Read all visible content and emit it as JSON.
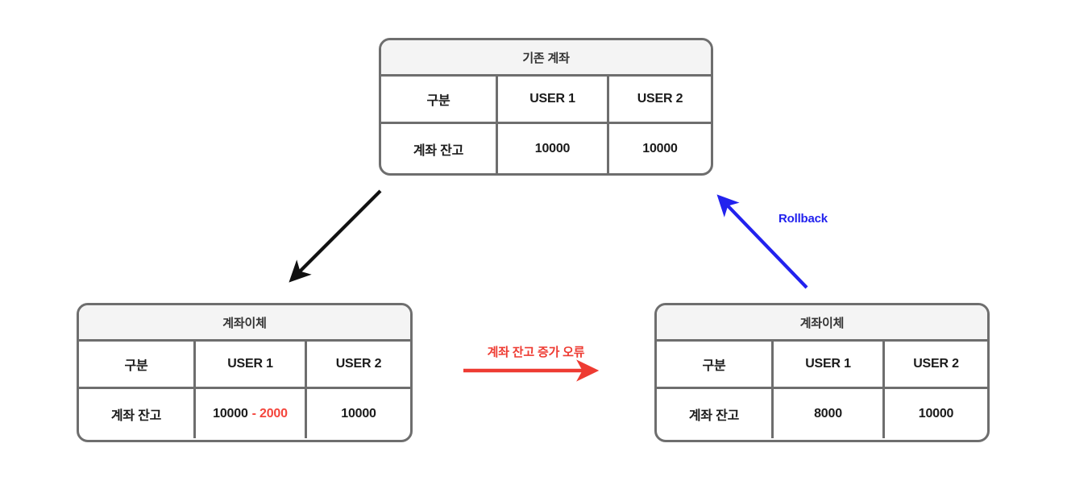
{
  "diagram": {
    "title": "Account transfer rollback flow",
    "background_color": "#ffffff",
    "border_color": "#6e6e6e",
    "title_bar_color": "#f4f4f4"
  },
  "tables": {
    "original": {
      "title": "기존 계좌",
      "headers": [
        "구분",
        "USER 1",
        "USER 2"
      ],
      "rows": [
        {
          "label": "계좌 잔고",
          "user1": "10000",
          "user1_delta": "",
          "user2": "10000"
        }
      ]
    },
    "transfer_before": {
      "title": "계좌이체",
      "headers": [
        "구분",
        "USER 1",
        "USER 2"
      ],
      "rows": [
        {
          "label": "계좌 잔고",
          "user1": "10000",
          "user1_delta": "- 2000",
          "user2": "10000"
        }
      ]
    },
    "transfer_after": {
      "title": "계좌이체",
      "headers": [
        "구분",
        "USER 1",
        "USER 2"
      ],
      "rows": [
        {
          "label": "계좌 잔고",
          "user1": "8000",
          "user1_delta": "",
          "user2": "10000"
        }
      ]
    }
  },
  "edges": {
    "start": {
      "label": "",
      "color": "#111111"
    },
    "error": {
      "label": "계좌 잔고 증가 오류",
      "color": "#ee3b32"
    },
    "rollback": {
      "label": "Rollback",
      "color": "#2222ee"
    }
  },
  "colors": {
    "negative_amount": "#f4453c",
    "error_red": "#ee3b32",
    "rollback_blue": "#2222ee",
    "text": "#1b1b1b",
    "title_text": "#333333"
  }
}
